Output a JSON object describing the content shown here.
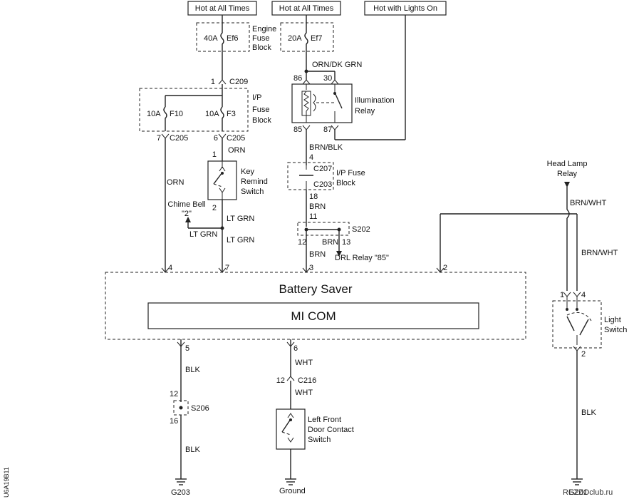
{
  "top_sources": {
    "hot_always_1": "Hot at All Times",
    "hot_always_2": "Hot at All Times",
    "hot_lights_on": "Hot with Lights On"
  },
  "engine_fuse": {
    "rating": "40A",
    "id": "Ef6",
    "label_l1": "Engine",
    "label_l2": "Fuse",
    "label_l3": "Block"
  },
  "fuse_ef7": {
    "rating": "20A",
    "id": "Ef7"
  },
  "wire_orn_dkgrn": "ORN/DK GRN",
  "c209": {
    "pin": "1",
    "name": "C209"
  },
  "ip_fuse_block": {
    "label_l1": "I/P",
    "label_l2": "Fuse",
    "label_l3": "Block",
    "f10_rating": "10A",
    "f10_id": "F10",
    "f3_rating": "10A",
    "f3_id": "F3"
  },
  "c205_a": {
    "pin": "7",
    "name": "C205"
  },
  "c205_b": {
    "pin": "6",
    "name": "C205"
  },
  "illumination_relay": {
    "pin86": "86",
    "pin30": "30",
    "pin85": "85",
    "pin87": "87",
    "label_l1": "Illumination",
    "label_l2": "Relay"
  },
  "wire_brn_blk": "BRN/BLK",
  "c207": {
    "pin": "4",
    "name": "C207",
    "label_l1": "I/P Fuse",
    "label_l2": "Block"
  },
  "c203": {
    "pin": "18",
    "name": "C203"
  },
  "wire_brn_1": "BRN",
  "s202": {
    "pin_in": "11",
    "name": "S202",
    "pin_out1": "12",
    "pin_out2": "13"
  },
  "wire_brn_2": "BRN",
  "wire_brn_3": "BRN",
  "drl_relay": "DRL Relay \"85\"",
  "key_remind": {
    "pin_top": "1",
    "pin_bottom": "2",
    "wire_in": "ORN",
    "label_l1": "Key",
    "label_l2": "Remind",
    "label_l3": "Switch"
  },
  "wire_orn_left": "ORN",
  "chime_bell": {
    "label": "Chime Bell",
    "pin": "\"2\""
  },
  "wire_ltgrn_1": "LT GRN",
  "wire_ltgrn_2": "LT GRN",
  "wire_ltgrn_3": "LT GRN",
  "head_lamp_relay": {
    "label_l1": "Head Lamp",
    "label_l2": "Relay"
  },
  "wire_brn_wht_1": "BRN/WHT",
  "wire_brn_wht_2": "BRN/WHT",
  "battery_saver": {
    "title": "Battery Saver",
    "micom": "MI COM",
    "pin4": "4",
    "pin7": "7",
    "pin3": "3",
    "pin2": "2",
    "pin5": "5",
    "pin6": "6"
  },
  "light_switch": {
    "pin1": "1",
    "pin4": "4",
    "pin2": "2",
    "label_l1": "Light",
    "label_l2": "Switch"
  },
  "wire_blk_1": "BLK",
  "wire_blk_2": "BLK",
  "wire_blk_3": "BLK",
  "s206": {
    "pin_in": "12",
    "name": "S206",
    "pin_out": "16"
  },
  "wire_wht_1": "WHT",
  "wire_wht_2": "WHT",
  "c216": {
    "pin": "12",
    "name": "C216"
  },
  "door_switch": {
    "label_l1": "Left Front",
    "label_l2": "Door Contact",
    "label_l3": "Switch"
  },
  "grounds": {
    "g203": "G203",
    "ground": "Ground",
    "g201": "G201"
  },
  "side_code": "U6A19B11",
  "watermark": "REZZOclub.ru"
}
